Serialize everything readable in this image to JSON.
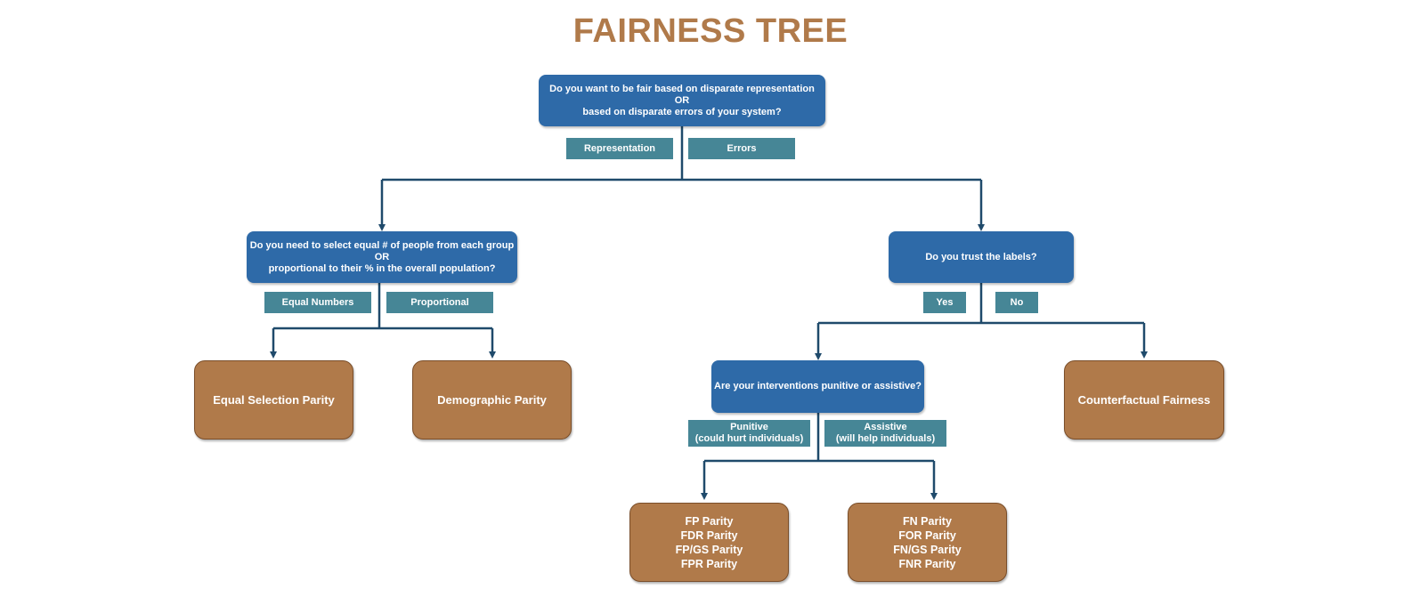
{
  "colors": {
    "title": "#B07A4A",
    "question": "#2E6AA8",
    "answer": "#468696",
    "result": "#B07A4A",
    "connector": "#1F4A6B"
  },
  "title": "FAIRNESS TREE",
  "root": {
    "lines": [
      "Do you want to be fair based on disparate representation",
      "OR",
      "based on disparate errors of your system?"
    ],
    "answers": [
      "Representation",
      "Errors"
    ]
  },
  "representation": {
    "lines": [
      "Do you need to select equal # of people from each group",
      "OR",
      "proportional to their % in the overall population?"
    ],
    "answers": [
      "Equal Numbers",
      "Proportional"
    ],
    "results": [
      "Equal Selection Parity",
      "Demographic Parity"
    ]
  },
  "errors": {
    "lines": [
      "Do you trust the labels?"
    ],
    "answers": [
      "Yes",
      "No"
    ],
    "no_result": "Counterfactual Fairness"
  },
  "interventions": {
    "lines": [
      "Are your interventions punitive or assistive?"
    ],
    "answers": [
      [
        "Punitive",
        "(could hurt individuals)"
      ],
      [
        "Assistive",
        "(will help individuals)"
      ]
    ],
    "punitive_results": [
      "FP Parity",
      "FDR Parity",
      "FP/GS Parity",
      "FPR Parity"
    ],
    "assistive_results": [
      "FN Parity",
      "FOR Parity",
      "FN/GS Parity",
      "FNR Parity"
    ]
  }
}
